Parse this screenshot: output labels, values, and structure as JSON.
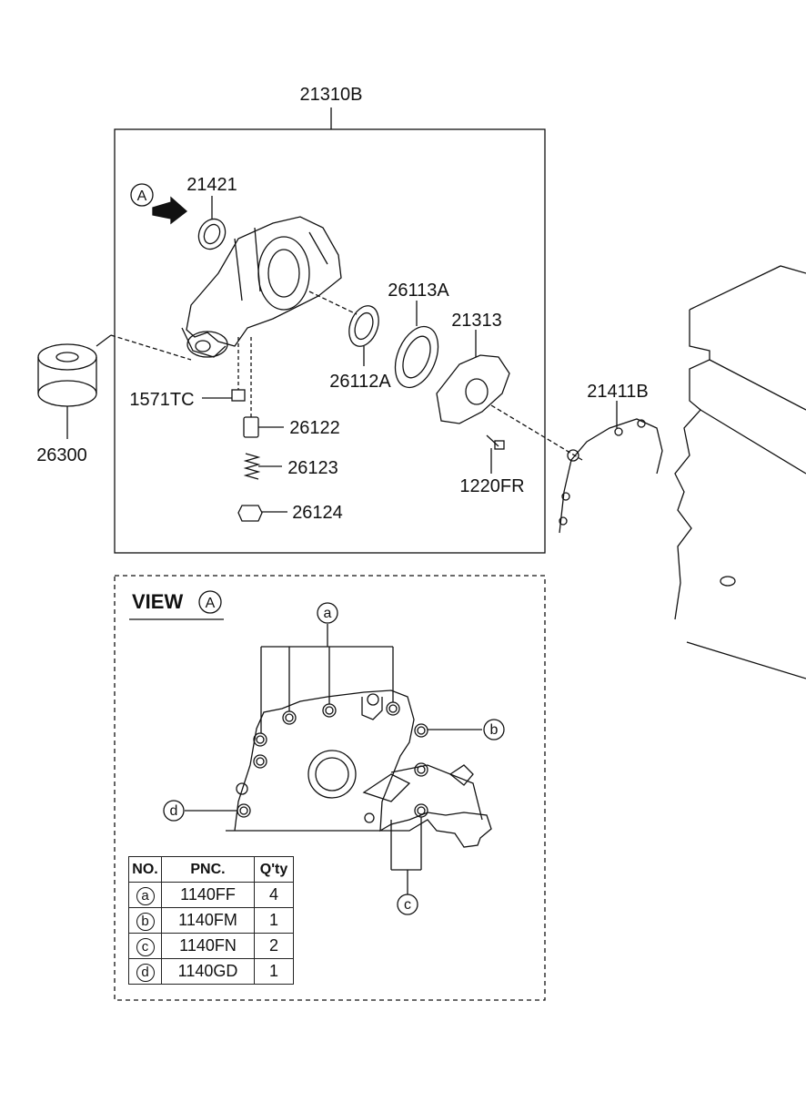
{
  "labels": {
    "assembly": "21310B",
    "seal": "21421",
    "outer_rotor": "26113A",
    "cover": "21313",
    "gasket": "21411B",
    "inner_rotor": "26112A",
    "plug": "1571TC",
    "filter": "26300",
    "plunger": "26122",
    "spring": "26123",
    "cap": "26124",
    "screw": "1220FR"
  },
  "view": {
    "title": "VIEW",
    "marker": "A"
  },
  "callouts": {
    "a": "a",
    "b": "b",
    "c": "c",
    "d": "d"
  },
  "table": {
    "headers": [
      "NO.",
      "PNC.",
      "Q'ty"
    ],
    "rows": [
      {
        "no": "a",
        "pnc": "1140FF",
        "qty": "4"
      },
      {
        "no": "b",
        "pnc": "1140FM",
        "qty": "1"
      },
      {
        "no": "c",
        "pnc": "1140FN",
        "qty": "2"
      },
      {
        "no": "d",
        "pnc": "1140GD",
        "qty": "1"
      }
    ]
  }
}
